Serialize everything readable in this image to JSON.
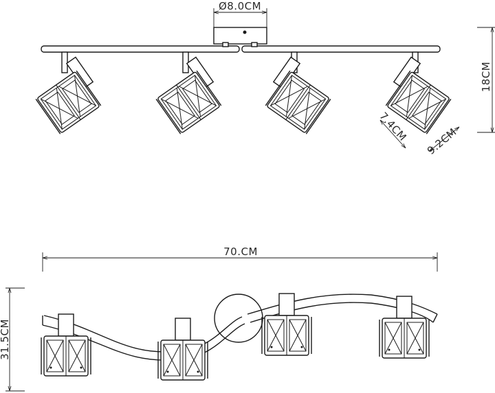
{
  "dimensions": {
    "canopy_diameter": "Ø8.0CM",
    "height": "18CM",
    "shade_height": "7.4CM",
    "shade_width": "9.2CM",
    "length": "70.CM",
    "depth": "31.5CM"
  }
}
